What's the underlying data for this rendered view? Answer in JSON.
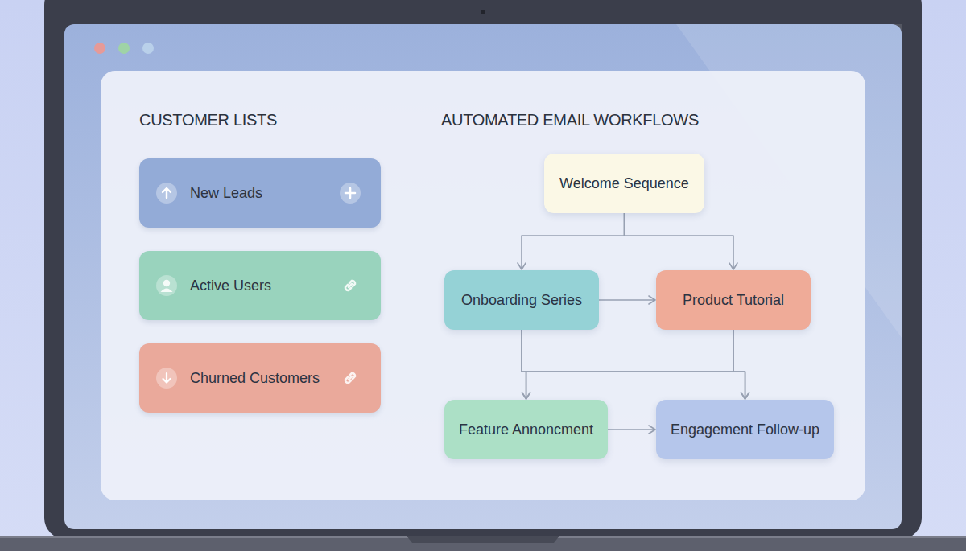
{
  "diagram": {
    "nodes": [
      {
        "text": [
          "New Leads"
        ]
      },
      {
        "text": [
          "Active Users"
        ]
      },
      {
        "text": [
          "Churned Customers"
        ]
      },
      {
        "text": [
          "Welcome Sequence"
        ]
      },
      {
        "text": [
          "Onboarding Series"
        ]
      },
      {
        "text": [
          "Product Tutorial"
        ]
      },
      {
        "text": [
          "Feature Annoncment"
        ]
      },
      {
        "text": [
          "Engagement Follow-up"
        ]
      }
    ],
    "edges": [
      {
        "from": 3,
        "to": 4,
        "arrow": "to"
      },
      {
        "from": 3,
        "to": 5,
        "arrow": "to"
      },
      {
        "from": 4,
        "to": 5,
        "arrow": "to"
      },
      {
        "from": 4,
        "to": 6,
        "arrow": "to"
      },
      {
        "from": 4,
        "to": 7,
        "arrow": "to"
      },
      {
        "from": 5,
        "to": 6,
        "arrow": "to"
      },
      {
        "from": 5,
        "to": 7,
        "arrow": "to"
      },
      {
        "from": 6,
        "to": 7,
        "arrow": "to"
      }
    ],
    "labels": [
      "CUSTOMER LISTS",
      "AUTOMATED EMAIL WORKFLOWS"
    ]
  }
}
